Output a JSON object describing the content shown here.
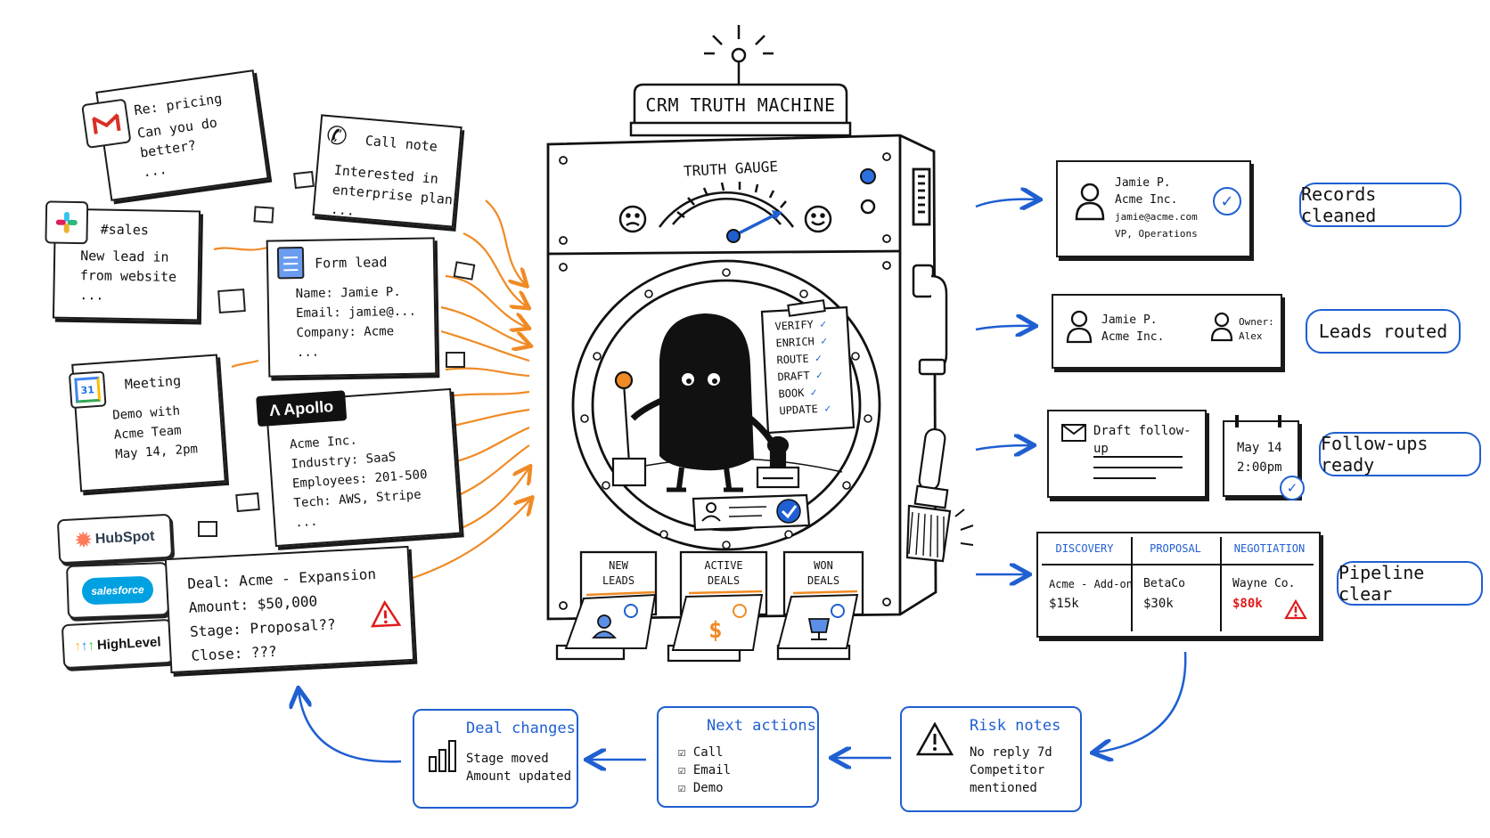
{
  "machine": {
    "title": "CRM TRUTH MACHINE",
    "gauge_label": "TRUTH GAUGE",
    "checklist": [
      "VERIFY",
      "ENRICH",
      "ROUTE",
      "DRAFT",
      "BOOK",
      "UPDATE"
    ],
    "slots": [
      "NEW\nLEADS",
      "ACTIVE\nDEALS",
      "WON\nDEALS"
    ]
  },
  "inputs": {
    "gmail": {
      "line1": "Re: pricing",
      "line2": "Can you do",
      "line3": "better?",
      "line4": "..."
    },
    "call": {
      "title": "Call note",
      "line1": "Interested in",
      "line2": "enterprise plan",
      "line3": "..."
    },
    "slack": {
      "title": "#sales",
      "line1": "New lead in",
      "line2": "from website",
      "line3": "..."
    },
    "form": {
      "title": "Form lead",
      "line1": "Name: Jamie P.",
      "line2": "Email: jamie@...",
      "line3": "Company: Acme",
      "line4": "..."
    },
    "meeting": {
      "icon_text": "31",
      "title": "Meeting",
      "line1": "Demo with",
      "line2": "Acme Team",
      "line3": "May 14, 2pm"
    },
    "apollo": {
      "logo": "Apollo",
      "line1": "Acme Inc.",
      "line2": "Industry: SaaS",
      "line3": "Employees: 201-500",
      "line4": "Tech: AWS, Stripe",
      "line5": "..."
    },
    "deal": {
      "line1": "Deal: Acme - Expansion",
      "line2": "Amount: $50,000",
      "line3": "Stage: Proposal??",
      "line4": "Close: ???"
    },
    "logos": [
      "HubSpot",
      "salesforce",
      "HighLevel"
    ]
  },
  "outputs": {
    "records": {
      "name": "Jamie P.",
      "company": "Acme Inc.",
      "email": "jamie@acme.com",
      "role": "VP, Operations",
      "label": "Records cleaned"
    },
    "leads": {
      "name": "Jamie P.",
      "company": "Acme Inc.",
      "owner_label": "Owner:",
      "owner": "Alex",
      "label": "Leads routed"
    },
    "followups": {
      "draft": "Draft follow-up",
      "date": "May 14",
      "time": "2:00pm",
      "label": "Follow-ups ready"
    },
    "pipeline": {
      "columns": [
        {
          "header": "DISCOVERY",
          "name": "Acme - Add-on",
          "value": "$15k"
        },
        {
          "header": "PROPOSAL",
          "name": "BetaCo",
          "value": "$30k"
        },
        {
          "header": "NEGOTIATION",
          "name": "Wayne Co.",
          "value": "$80k"
        }
      ],
      "label": "Pipeline clear",
      "alert_color": "#e01b1b"
    }
  },
  "loop": {
    "risk": {
      "title": "Risk notes",
      "line1": "No reply 7d",
      "line2": "Competitor",
      "line3": "mentioned"
    },
    "next": {
      "title": "Next actions",
      "items": [
        "Call",
        "Email",
        "Demo"
      ]
    },
    "deal": {
      "title": "Deal changes",
      "line1": "Stage moved",
      "line2": "Amount updated"
    }
  },
  "colors": {
    "accent": "#1f5fd1",
    "flow": "#f08a24",
    "alert": "#e01b1b"
  }
}
